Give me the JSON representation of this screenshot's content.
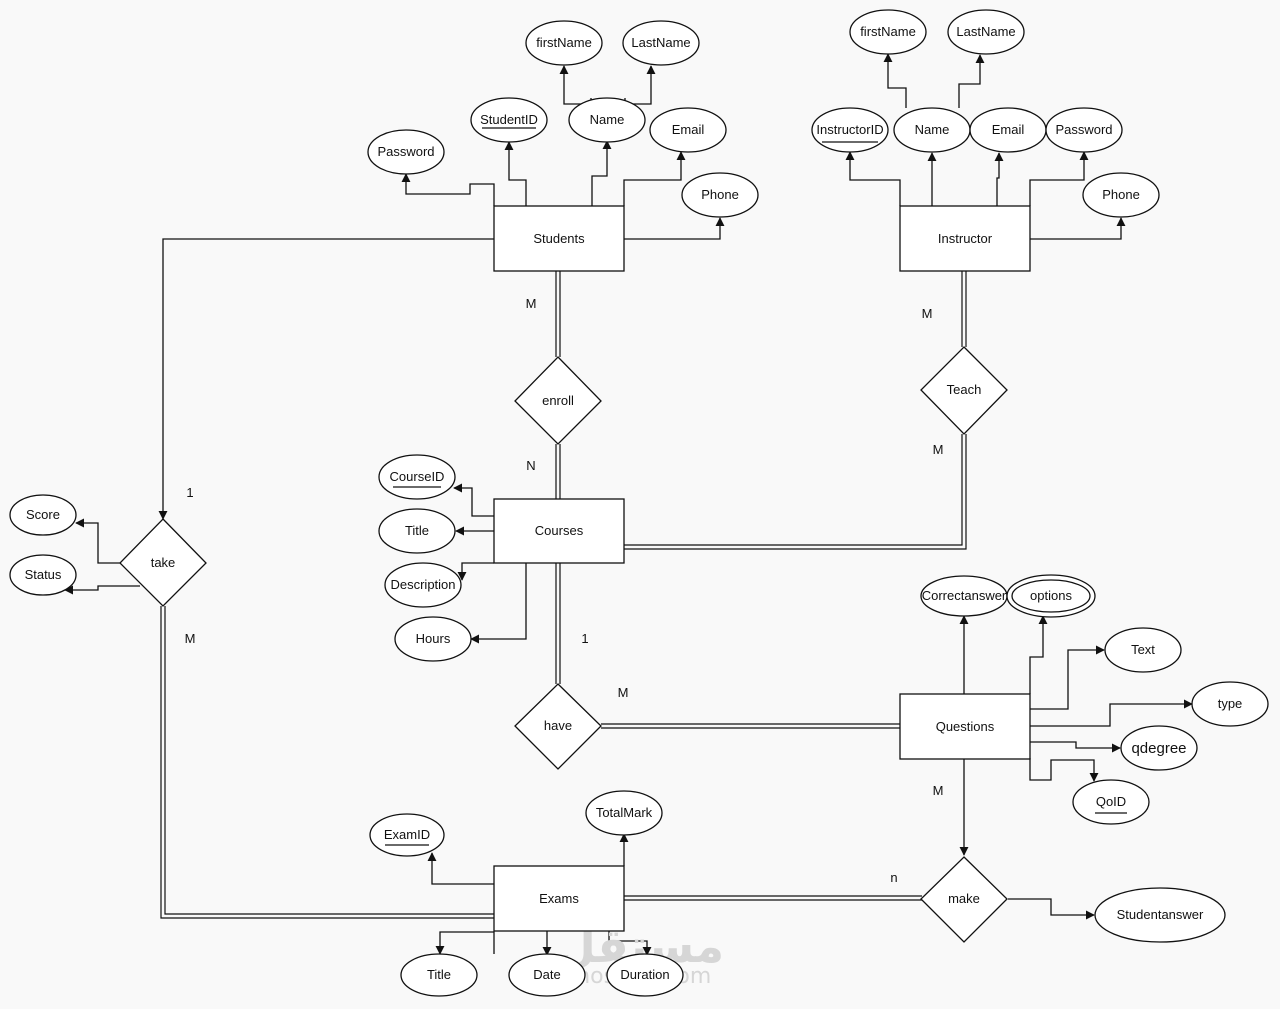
{
  "entities": {
    "students": "Students",
    "instructor": "Instructor",
    "courses": "Courses",
    "questions": "Questions",
    "exams": "Exams"
  },
  "relationships": {
    "enroll": "enroll",
    "teach": "Teach",
    "take": "take",
    "have": "have",
    "make": "make"
  },
  "attributes": {
    "student_firstname": "firstName",
    "student_lastname": "LastName",
    "student_id": "StudentID",
    "student_name": "Name",
    "student_email": "Email",
    "student_password": "Password",
    "student_phone": "Phone",
    "instructor_firstname": "firstName",
    "instructor_lastname": "LastName",
    "instructor_id": "InstructorID",
    "instructor_name": "Name",
    "instructor_email": "Email",
    "instructor_password": "Password",
    "instructor_phone": "Phone",
    "course_id": "CourseID",
    "course_title": "Title",
    "course_description": "Description",
    "course_hours": "Hours",
    "take_score": "Score",
    "take_status": "Status",
    "question_correctanswer": "Correctanswer",
    "question_options": "options",
    "question_text": "Text",
    "question_type": "type",
    "question_qdegree": "qdegree",
    "question_id": "QoID",
    "exam_id": "ExamID",
    "exam_totalmark": "TotalMark",
    "exam_title": "Title",
    "exam_date": "Date",
    "exam_duration": "Duration",
    "make_studentanswer": "Studentanswer"
  },
  "cardinalities": {
    "students_enroll": "M",
    "enroll_courses": "N",
    "instructor_teach": "M",
    "teach_courses": "M",
    "students_take": "1",
    "take_exams": "M",
    "courses_have": "1",
    "have_questions": "M",
    "questions_make": "M",
    "make_exams": "n"
  },
  "watermark": {
    "arabic": "مستقل",
    "latin": "mostaql.com"
  }
}
